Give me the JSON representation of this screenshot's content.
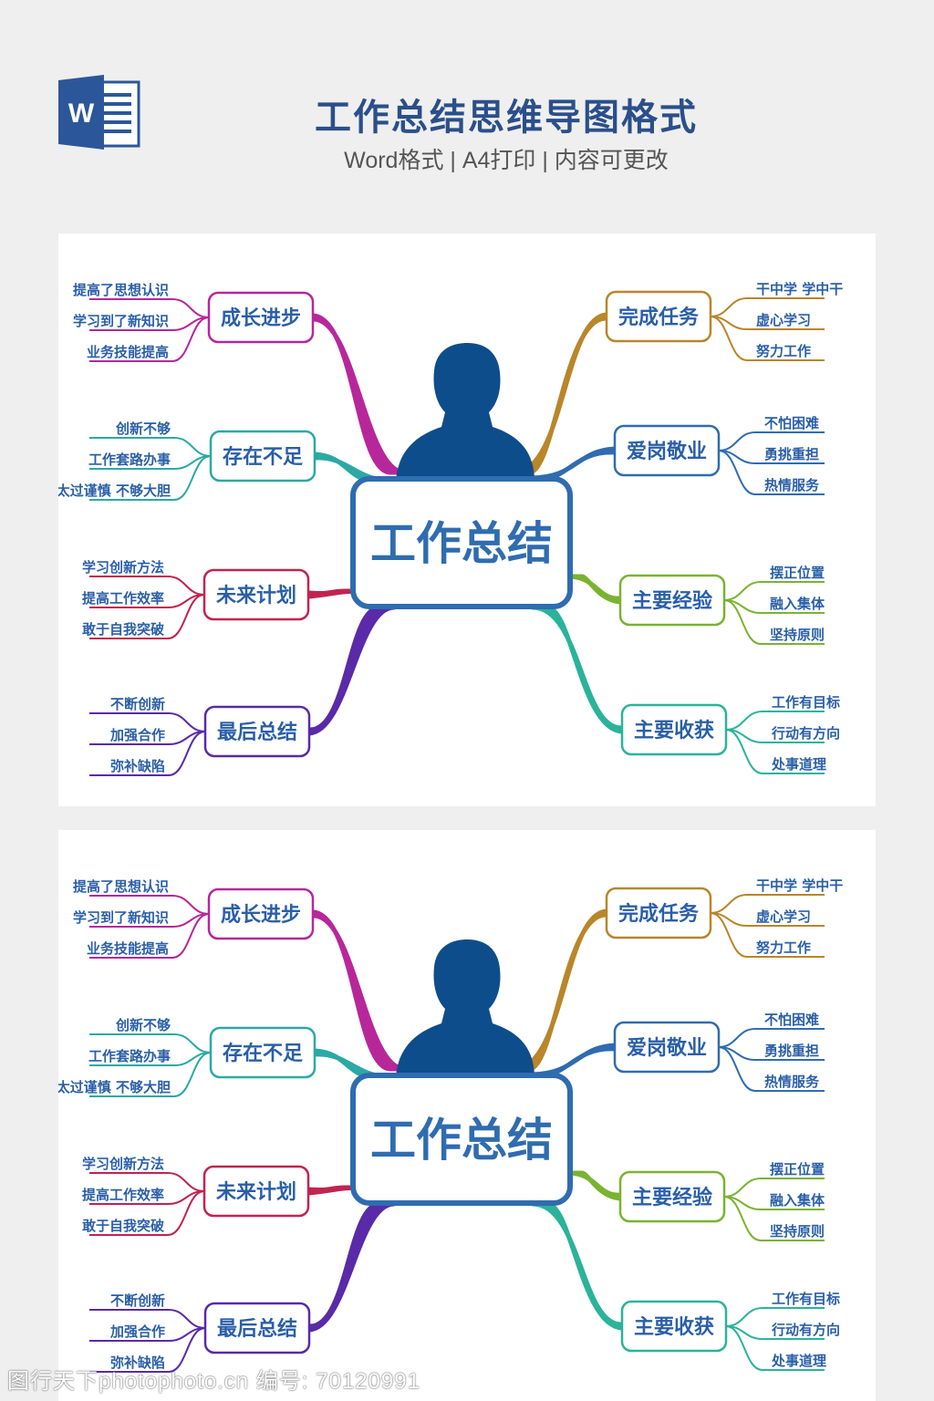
{
  "header": {
    "logo_letter": "W",
    "title": "工作总结思维导图格式",
    "subtitle": "Word格式 | A4打印 | 内容可更改"
  },
  "mindmap": {
    "center": "工作总结",
    "branches": [
      {
        "label": "成长进步",
        "color": "#b7279a",
        "side": "left",
        "items": [
          "提高了思想认识",
          "学习到了新知识",
          "业务技能提高"
        ]
      },
      {
        "label": "存在不足",
        "color": "#2ba9a4",
        "side": "left",
        "items": [
          "创新不够",
          "工作套路办事",
          "太过谨慎  不够大胆"
        ]
      },
      {
        "label": "未来计划",
        "color": "#c2234f",
        "side": "left",
        "items": [
          "学习创新方法",
          "提高工作效率",
          "敢于自我突破"
        ]
      },
      {
        "label": "最后总结",
        "color": "#5a2aa8",
        "side": "left",
        "items": [
          "不断创新",
          "加强合作",
          "弥补缺陷"
        ]
      },
      {
        "label": "完成任务",
        "color": "#b9862a",
        "side": "right",
        "items": [
          "干中学  学中干",
          "虚心学习",
          "努力工作"
        ]
      },
      {
        "label": "爱岗敬业",
        "color": "#2f6cb0",
        "side": "right",
        "items": [
          "不怕困难",
          "勇挑重担",
          "热情服务"
        ]
      },
      {
        "label": "主要经验",
        "color": "#7ab331",
        "side": "right",
        "items": [
          "摆正位置",
          "融入集体",
          "坚持原则"
        ]
      },
      {
        "label": "主要收获",
        "color": "#2bb39a",
        "side": "right",
        "items": [
          "工作有目标",
          "行动有方向",
          "处事道理"
        ]
      }
    ],
    "center_color": "#2f6cb0",
    "text_color": "#2a5fa8",
    "silhouette_color": "#0e4d8c"
  },
  "watermark": "图行天下photophoto.cn  编号: 70120991"
}
